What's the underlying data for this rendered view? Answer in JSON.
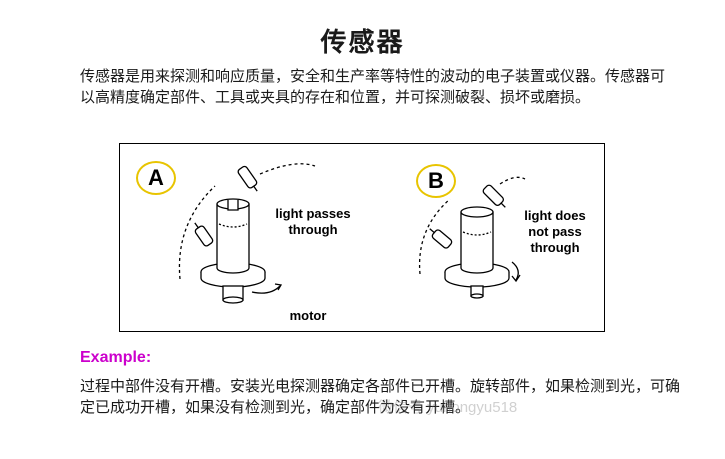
{
  "page": {
    "title": "传感器",
    "intro": "传感器是用来探测和响应质量，安全和生产率等特性的波动的电子装置或仪器。传感器可以高精度确定部件、工具或夹具的存在和位置，并可探测破裂、损坏或磨损。"
  },
  "figure": {
    "panel_a": {
      "letter": "A",
      "label_line1": "light passes",
      "label_line2": "through",
      "motor_label": "motor"
    },
    "panel_b": {
      "letter": "B",
      "label_line1": "light does",
      "label_line2": "not pass",
      "label_line3": "through"
    }
  },
  "example": {
    "heading": "Example:",
    "text": "过程中部件没有开槽。安装光电探测器确定各部件已开槽。旋转部件，如果检测到光，可确定已成功开槽，如果没有检测到光，确定部件为没有开槽。"
  },
  "watermark": "微信号 yuhongyu518",
  "colors": {
    "example_heading": "#cc00cc",
    "letter_ring": "#e8c400"
  }
}
